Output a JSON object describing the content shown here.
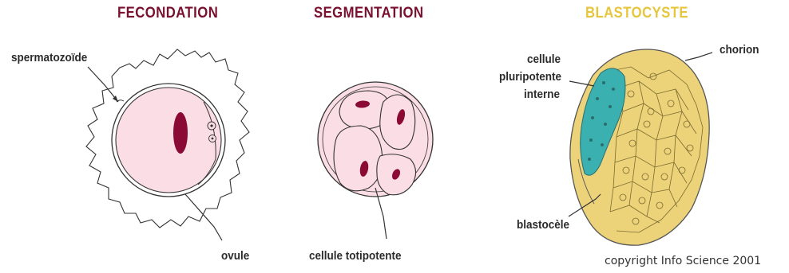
{
  "titles": {
    "fecondation": "FECONDATION",
    "segmentation": "SEGMENTATION",
    "blastocyste": "BLASTOCYSTE"
  },
  "labels": {
    "spermatozoide": "spermatozoïde",
    "ovule": "ovule",
    "cellule_totipotente": "cellule totipotente",
    "cellule": "cellule",
    "pluripotente": "pluripotente",
    "interne": "interne",
    "chorion": "chorion",
    "blastocele": "blastocèle"
  },
  "copyright": "copyright Info Science 2001",
  "colors": {
    "title_fecondation": "#7a1030",
    "title_segmentation": "#7a1030",
    "title_blastocyste": "#e8c840",
    "cell_fill": "#fbdde5",
    "nucleus": "#8a0a35",
    "blastocyst_fill": "#ecd37a",
    "icm_fill": "#3bb0b0"
  }
}
